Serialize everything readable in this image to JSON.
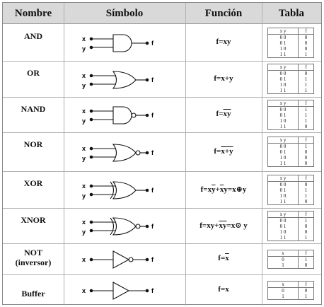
{
  "headers": {
    "name": "Nombre",
    "symbol": "Símbolo",
    "function": "Función",
    "table": "Tabla"
  },
  "labels": {
    "x": "x",
    "y": "y",
    "f": "f",
    "xy": "x y"
  },
  "gates": [
    {
      "name": "AND",
      "name2": "",
      "gate": "and",
      "inputs": 2,
      "func": [
        {
          "t": "f=xy",
          "o": false
        }
      ],
      "table_head": [
        "x y",
        "f"
      ],
      "rows": [
        [
          "0 0",
          "0"
        ],
        [
          "0 1",
          "0"
        ],
        [
          "1 0",
          "0"
        ],
        [
          "1 1",
          "1"
        ]
      ]
    },
    {
      "name": "OR",
      "name2": "",
      "gate": "or",
      "inputs": 2,
      "func": [
        {
          "t": "f=x+y",
          "o": false
        }
      ],
      "table_head": [
        "x y",
        "f"
      ],
      "rows": [
        [
          "0 0",
          "0"
        ],
        [
          "0 1",
          "1"
        ],
        [
          "1 0",
          "1"
        ],
        [
          "1 1",
          "1"
        ]
      ]
    },
    {
      "name": "NAND",
      "name2": "",
      "gate": "nand",
      "inputs": 2,
      "func": [
        {
          "t": "f=",
          "o": false
        },
        {
          "t": "xy",
          "o": true
        }
      ],
      "table_head": [
        "x y",
        "f"
      ],
      "rows": [
        [
          "0 0",
          "1"
        ],
        [
          "0 1",
          "1"
        ],
        [
          "1 0",
          "1"
        ],
        [
          "1 1",
          "0"
        ]
      ]
    },
    {
      "name": "NOR",
      "name2": "",
      "gate": "nor",
      "inputs": 2,
      "func": [
        {
          "t": "f=",
          "o": false
        },
        {
          "t": "x+y",
          "o": true
        }
      ],
      "table_head": [
        "x y",
        "f"
      ],
      "rows": [
        [
          "0 0",
          "1"
        ],
        [
          "0 1",
          "0"
        ],
        [
          "1 0",
          "0"
        ],
        [
          "1 1",
          "0"
        ]
      ]
    },
    {
      "name": "XOR",
      "name2": "",
      "gate": "xor",
      "inputs": 2,
      "func": [
        {
          "t": "f=x",
          "o": false
        },
        {
          "t": "y",
          "o": true
        },
        {
          "t": "+",
          "o": false
        },
        {
          "t": "x",
          "o": true
        },
        {
          "t": "y=x",
          "o": false
        },
        {
          "t": "⊕",
          "o": false
        },
        {
          "t": "y",
          "o": false
        }
      ],
      "table_head": [
        "x y",
        "f"
      ],
      "rows": [
        [
          "0 0",
          "0"
        ],
        [
          "0 1",
          "1"
        ],
        [
          "1 0",
          "1"
        ],
        [
          "1 1",
          "0"
        ]
      ]
    },
    {
      "name": "XNOR",
      "name2": "",
      "gate": "xnor",
      "inputs": 2,
      "func": [
        {
          "t": "f=xy+",
          "o": false
        },
        {
          "t": "x",
          "o": true
        },
        {
          "t": "y",
          "o": true
        },
        {
          "t": "=x",
          "o": false
        },
        {
          "t": "⊙",
          "o": false
        },
        {
          "t": " y",
          "o": false
        }
      ],
      "table_head": [
        "x y",
        "f"
      ],
      "rows": [
        [
          "0 0",
          "1"
        ],
        [
          "0 1",
          "0"
        ],
        [
          "1 0",
          "0"
        ],
        [
          "1 1",
          "1"
        ]
      ]
    },
    {
      "name": "NOT",
      "name2": "(inversor)",
      "gate": "not",
      "inputs": 1,
      "func": [
        {
          "t": "f=",
          "o": false
        },
        {
          "t": "x",
          "o": true
        }
      ],
      "table_head": [
        "x",
        "f"
      ],
      "rows": [
        [
          "0",
          "1"
        ],
        [
          "1",
          "0"
        ]
      ]
    },
    {
      "name": "Buffer",
      "name2": "",
      "gate": "buffer",
      "inputs": 1,
      "func": [
        {
          "t": "f=x",
          "o": false
        }
      ],
      "table_head": [
        "x",
        "f"
      ],
      "rows": [
        [
          "0",
          "0"
        ],
        [
          "1",
          "1"
        ]
      ]
    }
  ]
}
